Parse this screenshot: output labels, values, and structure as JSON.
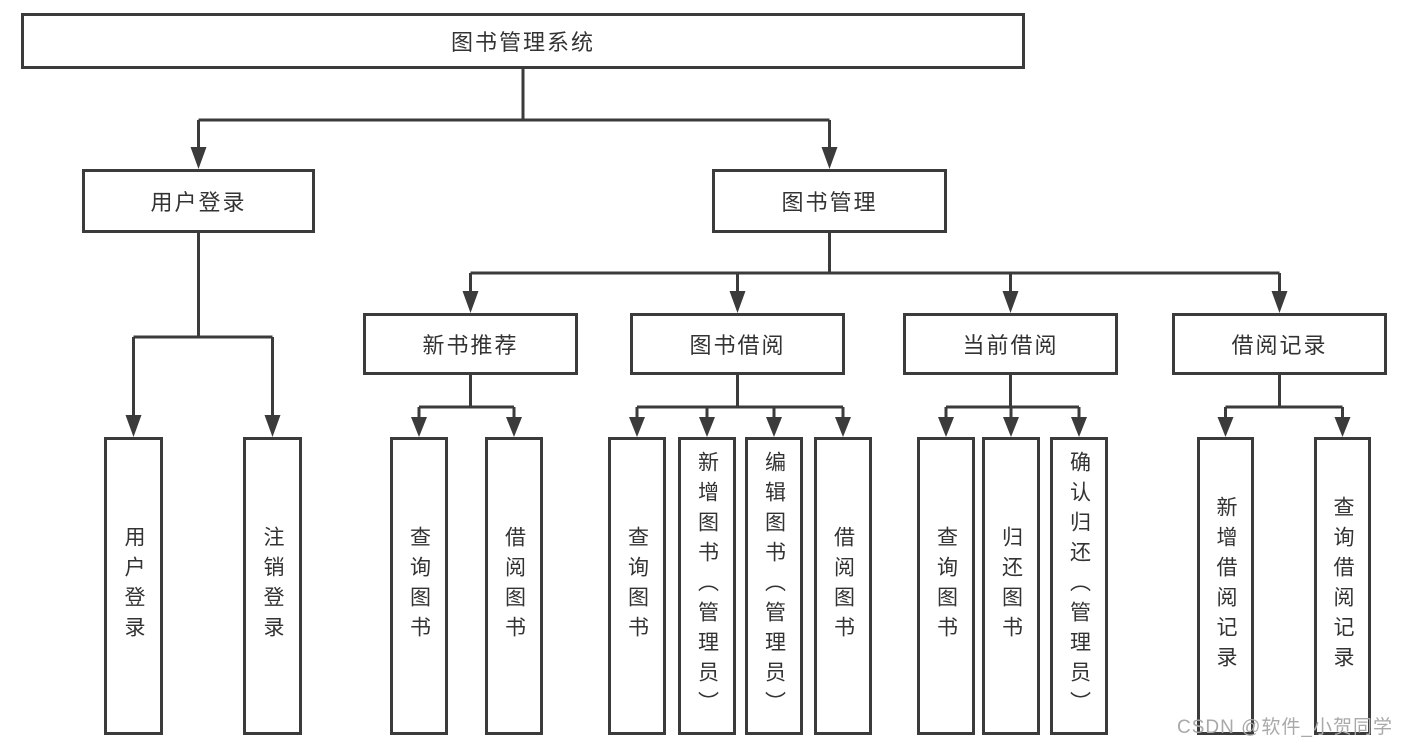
{
  "diagram": {
    "root": {
      "label": "图书管理系统"
    },
    "branches": [
      {
        "label": "用户登录",
        "leaves": [
          {
            "label": "用户登录"
          },
          {
            "label": "注销登录"
          }
        ]
      },
      {
        "label": "图书管理",
        "groups": [
          {
            "label": "新书推荐",
            "leaves": [
              {
                "label": "查询图书"
              },
              {
                "label": "借阅图书"
              }
            ]
          },
          {
            "label": "图书借阅",
            "leaves": [
              {
                "label": "查询图书"
              },
              {
                "label": "新增图书（管理员）"
              },
              {
                "label": "编辑图书（管理员）"
              },
              {
                "label": "借阅图书"
              }
            ]
          },
          {
            "label": "当前借阅",
            "leaves": [
              {
                "label": "查询图书"
              },
              {
                "label": "归还图书"
              },
              {
                "label": "确认归还（管理员）"
              }
            ]
          },
          {
            "label": "借阅记录",
            "leaves": [
              {
                "label": "新增借阅记录"
              },
              {
                "label": "查询借阅记录"
              }
            ]
          }
        ]
      }
    ]
  },
  "watermark": {
    "text": "CSDN @软件_小贺同学"
  },
  "colors": {
    "line": "#3b3b3b",
    "box_border": "#3b3b3b",
    "text": "#333333",
    "watermark": "#a9a9a9",
    "background": "#ffffff"
  }
}
